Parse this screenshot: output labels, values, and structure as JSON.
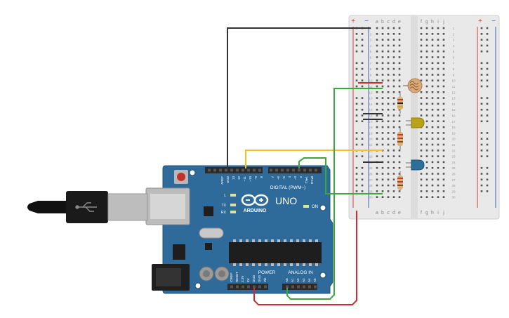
{
  "breadboard": {
    "columns_left": [
      "a",
      "b",
      "c",
      "d",
      "e"
    ],
    "columns_right": [
      "f",
      "g",
      "h",
      "i",
      "j"
    ],
    "row_numbers": [
      "1",
      "2",
      "3",
      "4",
      "5",
      "6",
      "7",
      "8",
      "9",
      "10",
      "11",
      "12",
      "13",
      "14",
      "15",
      "16",
      "17",
      "18",
      "19",
      "20",
      "21",
      "22",
      "23",
      "24",
      "25",
      "26",
      "27",
      "28",
      "29",
      "30"
    ],
    "rail_plus": "+",
    "rail_minus": "−",
    "colors": {
      "body": "#e9e9e9",
      "rail_red": "#d23b3b",
      "rail_blue": "#3b63b5",
      "hole": "#555555"
    }
  },
  "arduino": {
    "logo_text": "ARDUINO",
    "model_text": "UNO",
    "digital_label": "DIGITAL (PWM~)",
    "digital_pins": [
      "AREF",
      "GND",
      "13",
      "12",
      "~11",
      "~10",
      "~9",
      "8",
      "7",
      "~6",
      "~5",
      "4",
      "~3",
      "2",
      "TX▸1",
      "RX◂0"
    ],
    "on_label": "ON",
    "led_labels": [
      "L",
      "TX",
      "RX"
    ],
    "power_label": "POWER",
    "power_pins": [
      "IOREF",
      "RESET",
      "3.3V",
      "5V",
      "GND",
      "GND",
      "Vin"
    ],
    "analog_label": "ANALOG IN",
    "analog_pins": [
      "A0",
      "A1",
      "A2",
      "A3",
      "A4",
      "A5"
    ],
    "colors": {
      "board": "#2f6b9a",
      "header": "#2b2b2b",
      "chip": "#1e1e1e"
    }
  },
  "components": {
    "photoresistor": "light-sensor",
    "led_yellow": "#b8a21a",
    "led_blue": "#2e6f9a"
  },
  "wires": {
    "colors": {
      "black": "#333333",
      "green": "#3aa83a",
      "yellow": "#f0c419",
      "red": "#d42b2b"
    }
  }
}
